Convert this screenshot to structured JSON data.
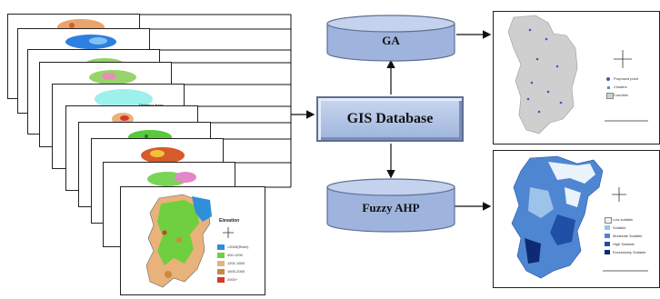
{
  "nodes": {
    "ga": "GA",
    "gis_database": "GIS Database",
    "fuzzy_ahp": "Fuzzy AHP"
  },
  "layers": {
    "distance_title": "Distance from",
    "elevation_title": "Elevation",
    "elevation_legend": [
      "<2000(Rider)",
      "400-1200",
      "1201-1600",
      "1600-2000",
      "2000+"
    ]
  },
  "ga_map": {
    "legend": [
      "Proposed point",
      "Clusters",
      "Counties"
    ]
  },
  "ahp_map": {
    "legend": [
      "Low suitable",
      "Suitable",
      "Moderate Suitable",
      "High Suitable",
      "Excessively Suitable"
    ]
  },
  "colors": {
    "arrow": "#111111",
    "db_fill": "#9fb4dd",
    "db_stroke": "#5e6f93",
    "gis_fill": "#b4c5e6",
    "elev_legend": [
      "#2f8fd8",
      "#6fcf3f",
      "#e9b27a",
      "#c98a3c",
      "#d43a2a"
    ],
    "ahp_legend": [
      "#eaf3fb",
      "#9dc3ea",
      "#4f86d2",
      "#1f4fa6",
      "#0d2b73"
    ]
  }
}
